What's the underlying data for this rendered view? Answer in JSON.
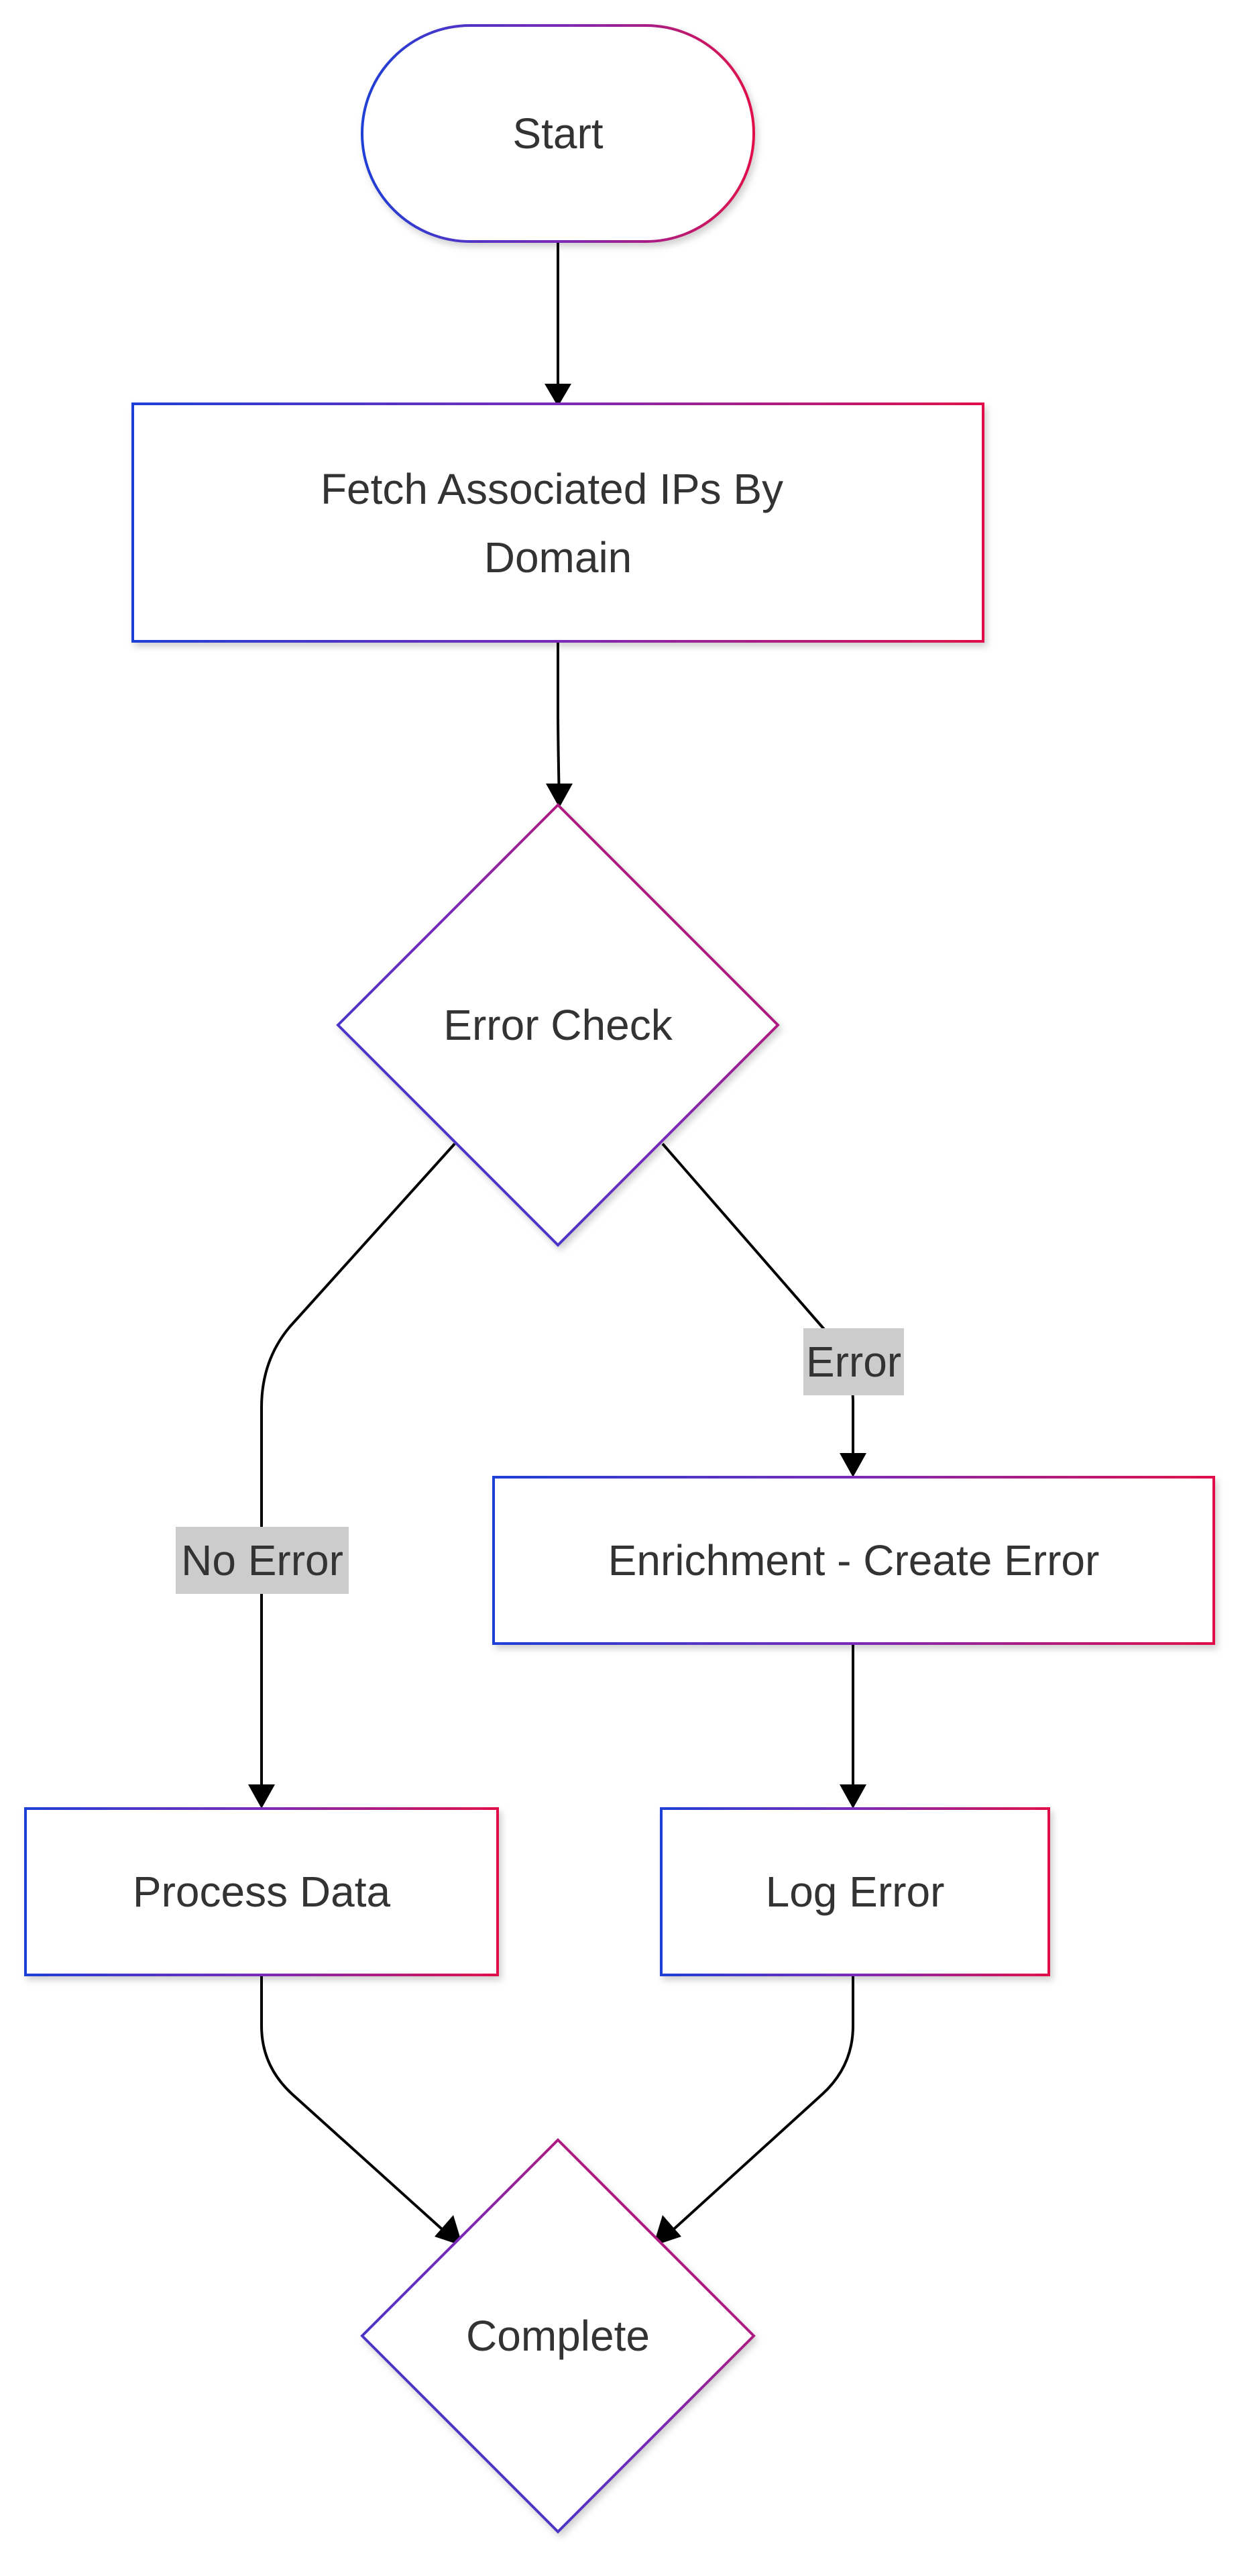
{
  "diagram": {
    "nodes": {
      "start": {
        "label": "Start",
        "shape": "stadium"
      },
      "fetch": {
        "label_lines": [
          "Fetch Associated IPs By",
          "Domain"
        ],
        "shape": "rectangle"
      },
      "error_check": {
        "label": "Error Check",
        "shape": "diamond"
      },
      "enrich_error": {
        "label": "Enrichment - Create Error",
        "shape": "rectangle"
      },
      "process": {
        "label": "Process Data",
        "shape": "rectangle"
      },
      "log_error": {
        "label": "Log Error",
        "shape": "rectangle"
      },
      "complete": {
        "label": "Complete",
        "shape": "diamond"
      }
    },
    "edges": [
      {
        "from": "start",
        "to": "fetch",
        "label": ""
      },
      {
        "from": "fetch",
        "to": "error_check",
        "label": ""
      },
      {
        "from": "error_check",
        "to": "process",
        "label": "No Error"
      },
      {
        "from": "error_check",
        "to": "enrich_error",
        "label": "Error"
      },
      {
        "from": "enrich_error",
        "to": "log_error",
        "label": ""
      },
      {
        "from": "process",
        "to": "complete",
        "label": ""
      },
      {
        "from": "log_error",
        "to": "complete",
        "label": ""
      }
    ],
    "colors": {
      "border_gradient_start": "#1f3fd6",
      "border_gradient_mid": "#7a2bb8",
      "border_gradient_end": "#e0104a",
      "text": "#333333",
      "edge": "#000000",
      "edge_label_background": "#cccccc"
    }
  }
}
